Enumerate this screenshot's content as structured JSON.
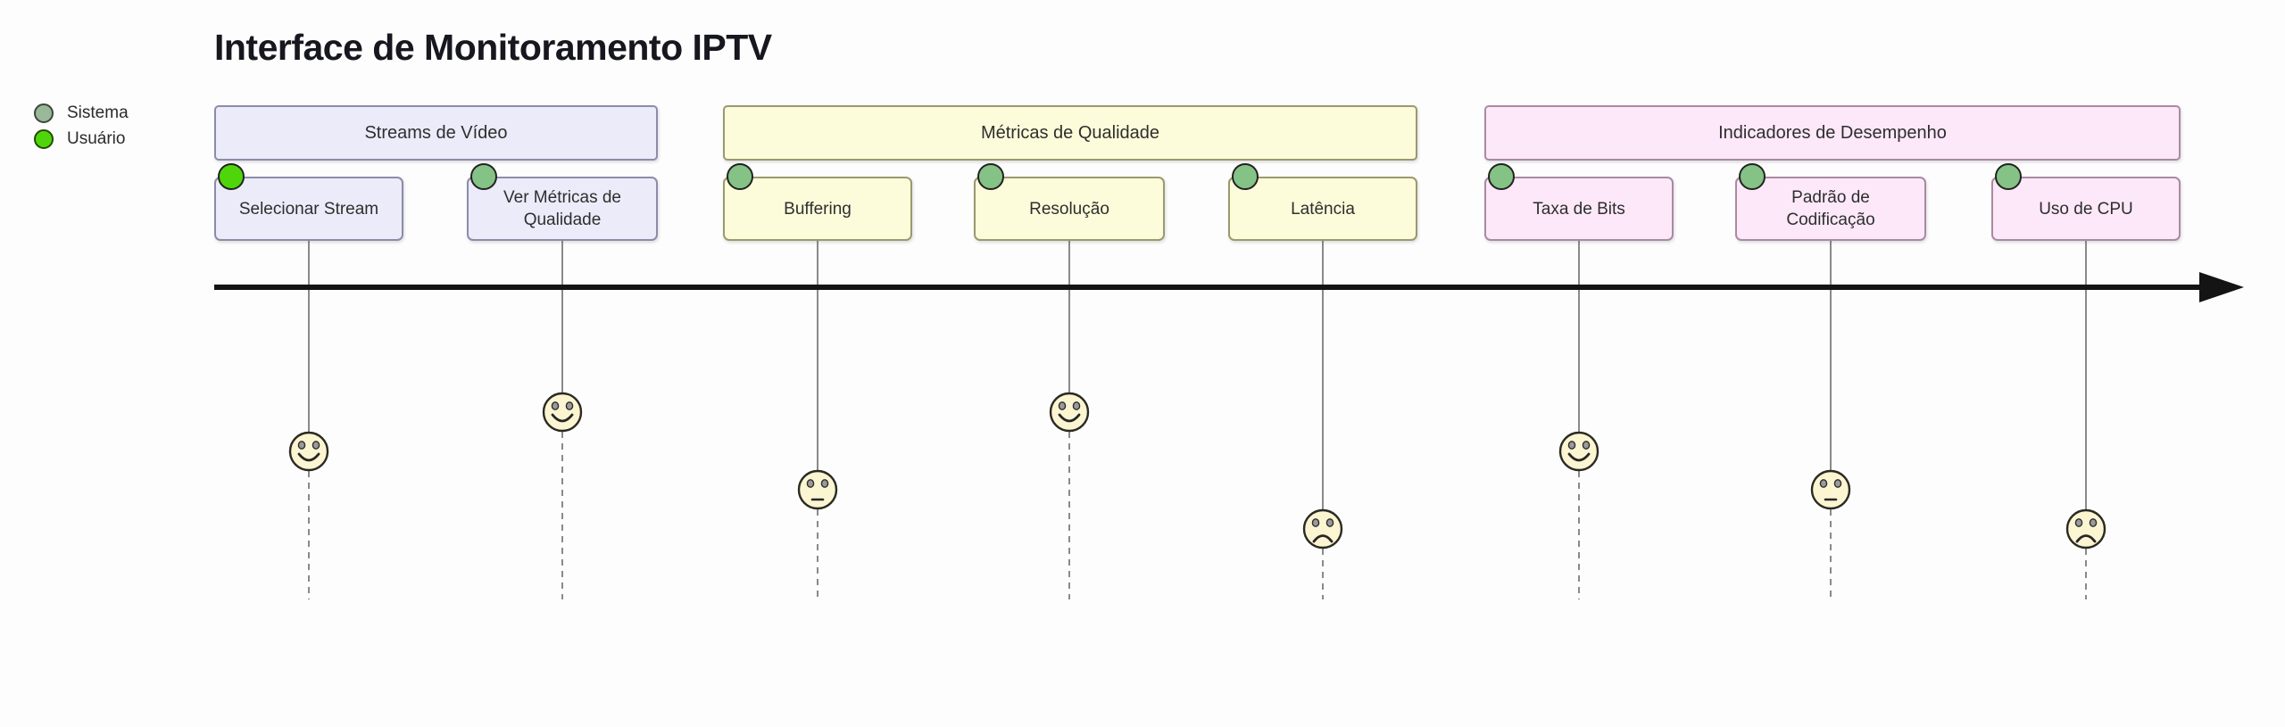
{
  "diagram": {
    "title": "Interface de Monitoramento IPTV",
    "type": "user-journey"
  },
  "legend": {
    "items": [
      {
        "id": "sistema",
        "label": "Sistema",
        "color": "#98b898",
        "border": "#3c463c"
      },
      {
        "id": "usuario",
        "label": "Usuário",
        "color": "#4fd60a",
        "border": "#234b00"
      }
    ]
  },
  "journey": {
    "axis": {
      "color": "#141414",
      "direction": "right"
    },
    "score_scale": {
      "min": 1,
      "max": 5
    },
    "face_style": {
      "fill": "#fcf5d2",
      "stroke": "#2a2a22"
    },
    "actor_colors": {
      "Sistema": "#85c285",
      "Usuário": "#4fd60a"
    },
    "sections": [
      {
        "name": "Streams de Vídeo",
        "fill": "#ebebfa",
        "border": "#8c8ca8",
        "tasks": [
          {
            "label": "Selecionar Stream",
            "actor": "Usuário",
            "score": 4,
            "face": "happy"
          },
          {
            "label": "Ver Métricas de Qualidade",
            "actor": "Sistema",
            "score": 5,
            "face": "happy"
          }
        ]
      },
      {
        "name": "Métricas de Qualidade",
        "fill": "#fdfcda",
        "border": "#9b996e",
        "tasks": [
          {
            "label": "Buffering",
            "actor": "Sistema",
            "score": 3,
            "face": "neutral"
          },
          {
            "label": "Resolução",
            "actor": "Sistema",
            "score": 5,
            "face": "happy"
          },
          {
            "label": "Latência",
            "actor": "Sistema",
            "score": 2,
            "face": "sad"
          }
        ]
      },
      {
        "name": "Indicadores de Desempenho",
        "fill": "#fce8f9",
        "border": "#a88ba0",
        "tasks": [
          {
            "label": "Taxa de Bits",
            "actor": "Sistema",
            "score": 4,
            "face": "happy"
          },
          {
            "label": "Padrão de Codificação",
            "actor": "Sistema",
            "score": 3,
            "face": "neutral"
          },
          {
            "label": "Uso de CPU",
            "actor": "Sistema",
            "score": 2,
            "face": "sad"
          }
        ]
      }
    ]
  }
}
